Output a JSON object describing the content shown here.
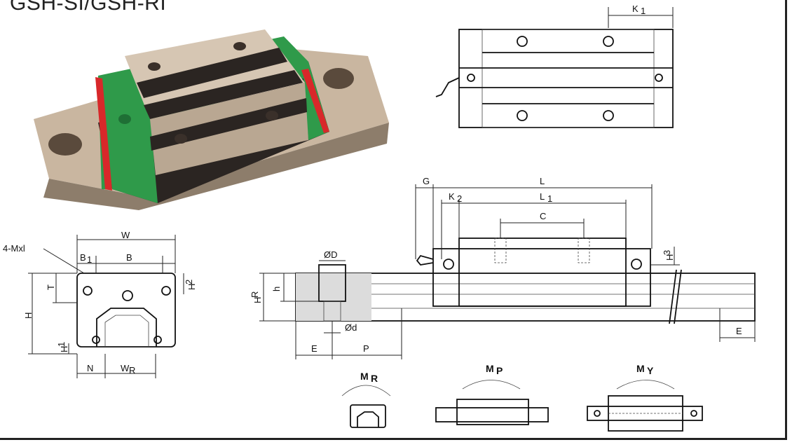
{
  "title": "GSH-SI/GSH-RI",
  "labels": {
    "k1": "K",
    "k1_sub": "1",
    "w": "W",
    "mxl": "4-Mxl",
    "b1": "B",
    "b1_sub": "1",
    "b": "B",
    "t": "T",
    "h2": "H",
    "h2_sub": "2",
    "h": "H",
    "h1": "H",
    "h1_sub": "1",
    "n": "N",
    "wr": "W",
    "wr_sub": "R",
    "g": "G",
    "l": "L",
    "k2": "K",
    "k2_sub": "2",
    "l1": "L",
    "l1_sub": "1",
    "c": "C",
    "h3": "H",
    "h3_sub": "3",
    "od": "ØD",
    "hr": "H",
    "hr_sub": "R",
    "h_small": "h",
    "od_small": "Ød",
    "e_left": "E",
    "p": "P",
    "e_right": "E",
    "mr": "M",
    "mr_sub": "R",
    "mp": "M",
    "mp_sub": "P",
    "my": "M",
    "my_sub": "Y"
  },
  "colors": {
    "green": "#2f9a4a",
    "red": "#d8282a",
    "steel": "#c8b7a3",
    "dark": "#2b2522"
  }
}
